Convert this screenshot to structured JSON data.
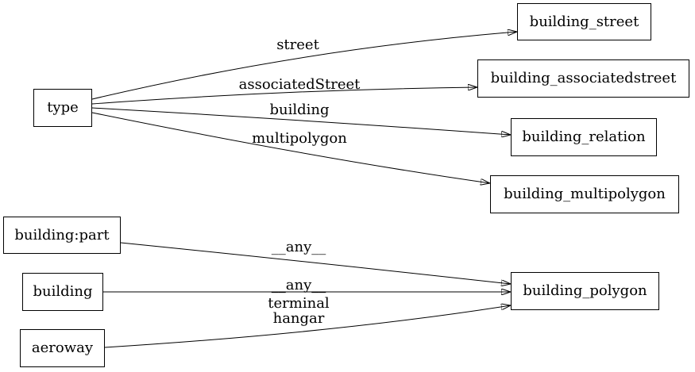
{
  "diagram": {
    "colors": {
      "background": "#ffffff",
      "stroke": "#000000",
      "text": "#000000"
    },
    "nodes": [
      {
        "id": "type",
        "label": "type"
      },
      {
        "id": "building_street",
        "label": "building_street"
      },
      {
        "id": "building_associatedstreet",
        "label": "building_associatedstreet"
      },
      {
        "id": "building_relation",
        "label": "building_relation"
      },
      {
        "id": "building_multipolygon",
        "label": "building_multipolygon"
      },
      {
        "id": "building:part",
        "label": "building:part"
      },
      {
        "id": "building",
        "label": "building"
      },
      {
        "id": "aeroway",
        "label": "aeroway"
      },
      {
        "id": "building_polygon",
        "label": "building_polygon"
      }
    ],
    "edges": [
      {
        "from": "type",
        "to": "building_street",
        "label": "street"
      },
      {
        "from": "type",
        "to": "building_associatedstreet",
        "label": "associatedStreet"
      },
      {
        "from": "type",
        "to": "building_relation",
        "label": "building"
      },
      {
        "from": "type",
        "to": "building_multipolygon",
        "label": "multipolygon"
      },
      {
        "from": "building:part",
        "to": "building_polygon",
        "label": "__any__"
      },
      {
        "from": "building",
        "to": "building_polygon",
        "label": "__any__"
      },
      {
        "from": "aeroway",
        "to": "building_polygon",
        "labels": [
          "terminal",
          "hangar"
        ]
      }
    ]
  }
}
